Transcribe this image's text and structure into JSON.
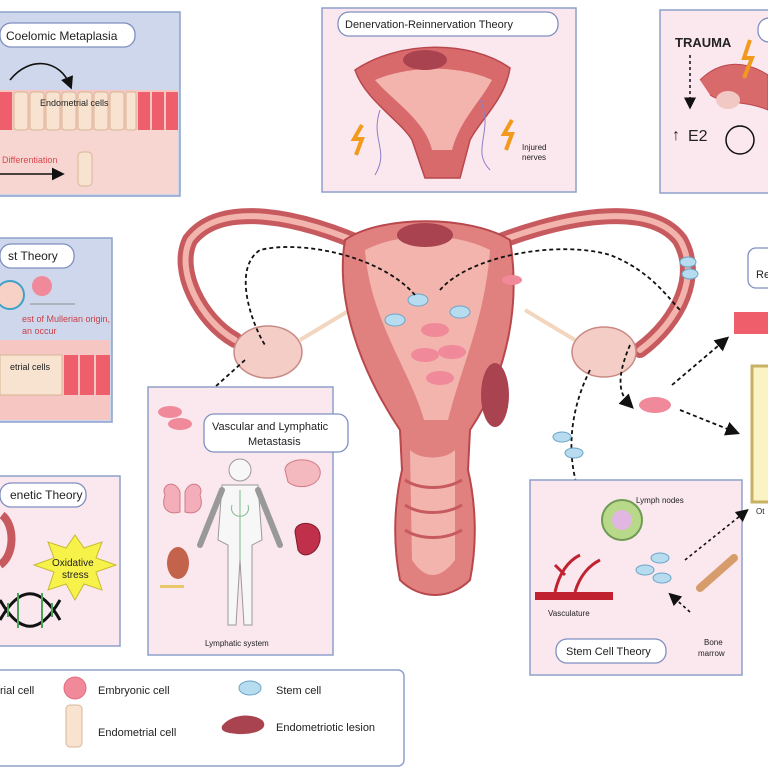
{
  "panels": {
    "coelomic": {
      "title": "Coelomic Metaplasia",
      "cells_label": "Endometrial cells",
      "differentiation_label": "Differentiation"
    },
    "denervation": {
      "title": "Denervation-Reinnervation Theory",
      "nerves_label": "Injured\nnerves"
    },
    "trauma": {
      "trauma_label": "TRAUMA",
      "e2_label": "E2",
      "arrow_up": "↑"
    },
    "rest": {
      "title": "st Theory",
      "line1": "est of Mullerian origin,",
      "line2": "an occur",
      "cells_label": "etrial cells"
    },
    "vascular": {
      "title_line1": "Vascular and Lymphatic",
      "title_line2": "Metastasis",
      "lymphatic_label": "Lymphatic system"
    },
    "genetic": {
      "title": "enetic Theory",
      "stress_line1": "Oxidative",
      "stress_line2": "stress"
    },
    "stemcell": {
      "title": "Stem Cell Theory",
      "lymph_label": "Lymph nodes",
      "vasculature_label": "Vasculature",
      "marrow_line1": "Bone",
      "marrow_line2": "marrow"
    },
    "right_partial": {
      "re_label": "Re",
      "ot_label": "Ot"
    }
  },
  "legend": {
    "items": [
      {
        "label": "rial cell"
      },
      {
        "label": "Embryonic cell"
      },
      {
        "label": "Stem cell"
      },
      {
        "label": "Endometrial cell"
      },
      {
        "label": "Endometriotic lesion"
      }
    ]
  },
  "colors": {
    "panel_blue": "#cfd7ec",
    "panel_pink": "#fbe8ef",
    "uterus_outer": "#c75a5e",
    "uterus_inner": "#f2b4ad",
    "lesion": "#a8434f",
    "stem_cell": "#b7dcef",
    "embryonic": "#f08a9b",
    "yellow_burst": "#f7f24a"
  }
}
